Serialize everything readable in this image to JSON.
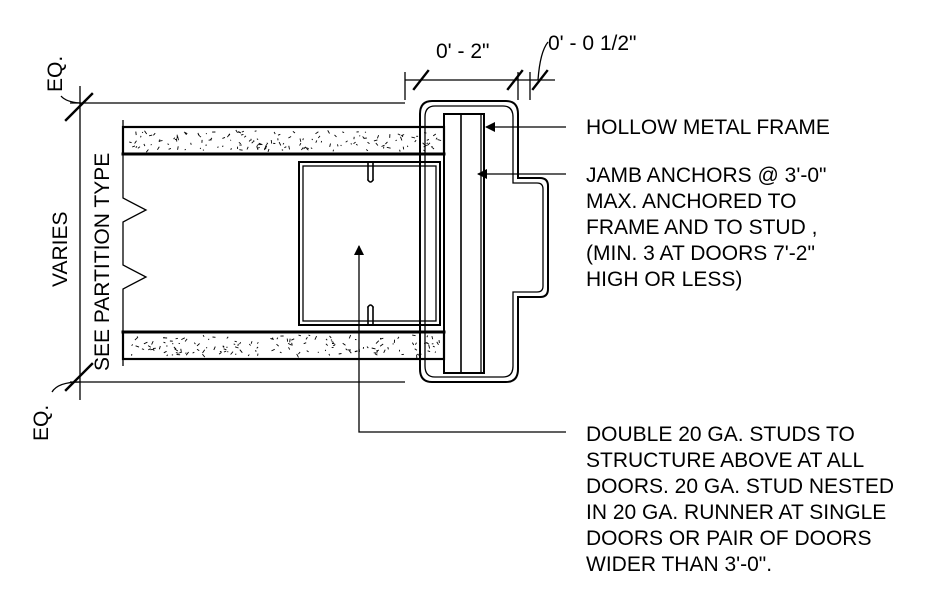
{
  "dimensions": {
    "stud_offset": "0' - 2\"",
    "frame_gap": "0' - 0 1/2\"",
    "eq_top": "EQ.",
    "eq_bottom": "EQ.",
    "wall_width": "VARIES",
    "partition_ref": "SEE PARTITION TYPE"
  },
  "notes": {
    "frame": [
      "HOLLOW METAL FRAME"
    ],
    "anchors": [
      "JAMB ANCHORS @ 3'-0\"",
      "MAX. ANCHORED TO",
      "FRAME AND TO STUD ,",
      "(MIN. 3 AT DOORS 7'-2\"",
      "HIGH OR LESS)"
    ],
    "studs": [
      "DOUBLE 20 GA. STUDS TO",
      "STRUCTURE ABOVE AT ALL",
      "DOORS. 20 GA. STUD NESTED",
      "IN 20 GA. RUNNER AT SINGLE",
      "DOORS OR PAIR OF DOORS",
      "WIDER THAN 3'-0\"."
    ]
  }
}
